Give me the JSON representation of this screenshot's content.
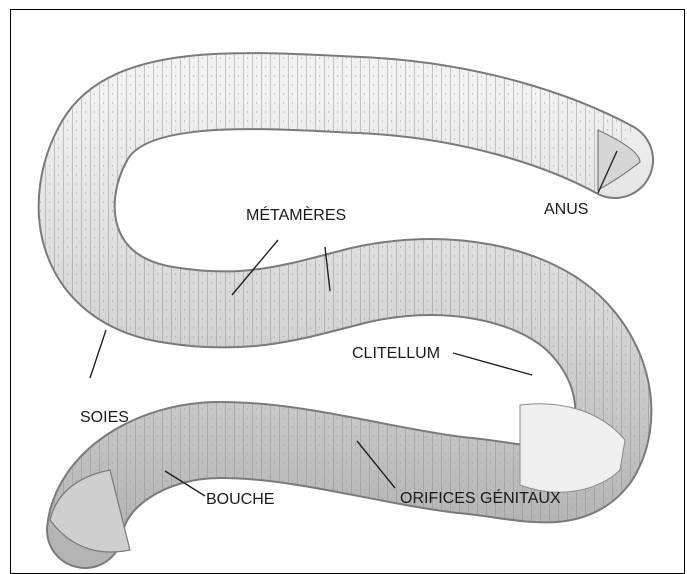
{
  "labels": {
    "metameres": "MÉTAMÈRES",
    "anus": "ANUS",
    "clitellum": "CLITELLUM",
    "soies": "SOIES",
    "bouche": "BOUCHE",
    "orifices_genitaux": "ORIFICES GÉNITAUX"
  },
  "colors": {
    "worm_fill": "#dcdcdc",
    "worm_shade": "#9a9a9a",
    "clitellum_fill": "#eeeeee",
    "line": "#222222"
  }
}
